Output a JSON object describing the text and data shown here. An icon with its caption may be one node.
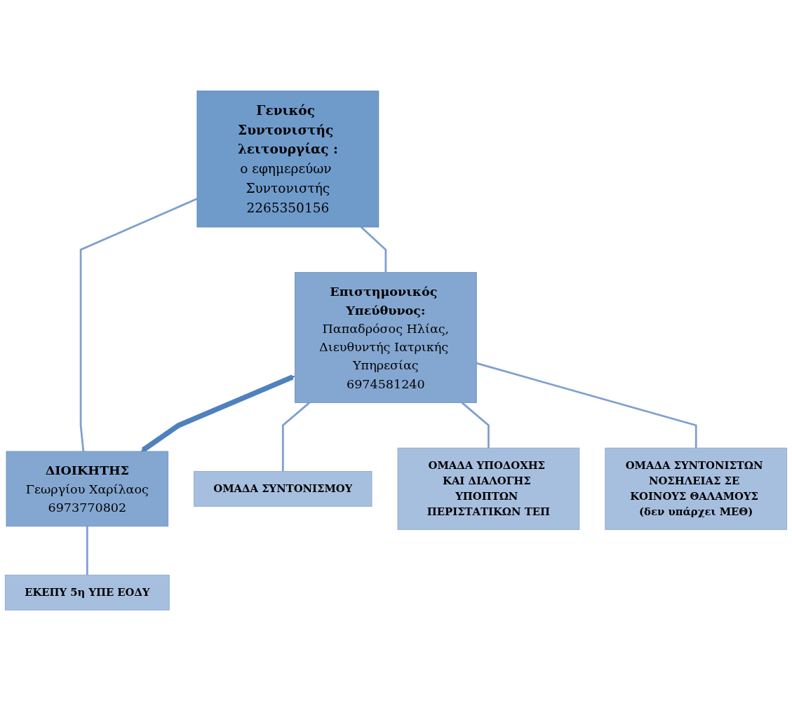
{
  "diagram": {
    "nodes": [
      {
        "text": [
          "Γενικός Συντονιστής λειτουργίας :",
          "ο εφημερεύων Συντονιστής",
          "2265350156"
        ]
      },
      {
        "text": [
          "Επιστημονικός Υπεύθυνος:",
          "Παπαδρόσος Ηλίας,",
          "Διευθυντής Ιατρικής Υπηρεσίας",
          "6974581240"
        ]
      },
      {
        "text": [
          "ΔΙΟΙΚΗΤΗΣ",
          "Γεωργίου Χαρίλαος",
          "6973770802"
        ]
      },
      {
        "text": [
          "ΟΜΑΔΑ ΣΥΝΤΟΝΙΣΜΟΥ"
        ]
      },
      {
        "text": [
          "ΟΜΑΔΑ ΥΠΟΔΟΧΗΣ ΚΑΙ ΔΙΑΛΟΓΗΣ ΥΠΟΠΤΩΝ ΠΕΡΙΣΤΑΤΙΚΩΝ ΤΕΠ"
        ]
      },
      {
        "text": [
          "ΟΜΑΔΑ ΣΥΝΤΟΝΙΣΤΩΝ ΝΟΣΗΛΕΙΑΣ ΣΕ ΚΟΙΝΟΥΣ ΘΑΛΑΜΟΥΣ (δεν υπάρχει ΜΕΘ)"
        ]
      },
      {
        "text": [
          "ΕΚΕΠΥ 5η ΥΠΕ ΕΟΔΥ"
        ]
      }
    ],
    "edges": [
      {
        "from": 0,
        "to": 1,
        "arrow": "none"
      },
      {
        "from": 0,
        "to": 2,
        "arrow": "none"
      },
      {
        "from": 1,
        "to": 2,
        "arrow": "both",
        "style": "thick",
        "color": "#4f81bd"
      },
      {
        "from": 1,
        "to": 3,
        "arrow": "none"
      },
      {
        "from": 1,
        "to": 4,
        "arrow": "none"
      },
      {
        "from": 1,
        "to": 5,
        "arrow": "none"
      },
      {
        "from": 2,
        "to": 6,
        "arrow": "none"
      }
    ]
  }
}
